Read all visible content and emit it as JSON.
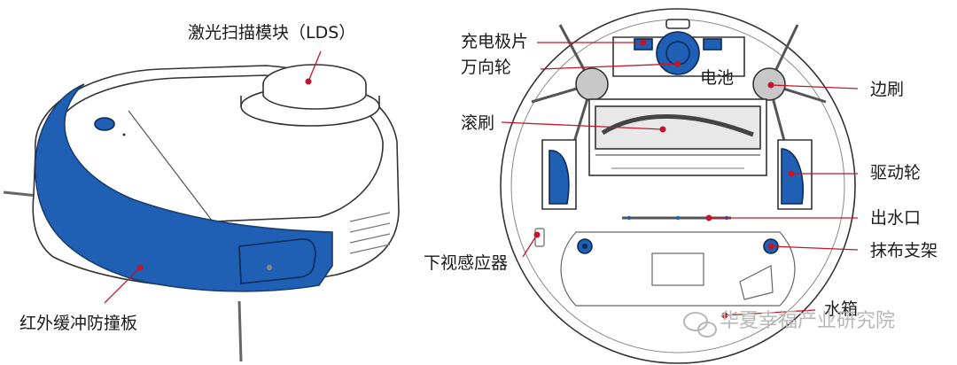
{
  "left_labels": {
    "lds": "激光扫描模块（LDS）",
    "bumper": "红外缓冲防撞板"
  },
  "right_labels": {
    "charging_contacts": "充电极片",
    "caster_wheel": "万向轮",
    "battery": "电池",
    "side_brush": "边刷",
    "roller_brush": "滚刷",
    "drive_wheel": "驱动轮",
    "water_outlet": "出水口",
    "cliff_sensor": "下视感应器",
    "mop_holder": "抹布支架",
    "water_tank": "水箱"
  },
  "watermark": {
    "text": "华夏幸福产业研究院"
  },
  "colors": {
    "bumper_blue": "#1f5fb4",
    "marker_red": "#c0182a",
    "outline": "#333333"
  }
}
